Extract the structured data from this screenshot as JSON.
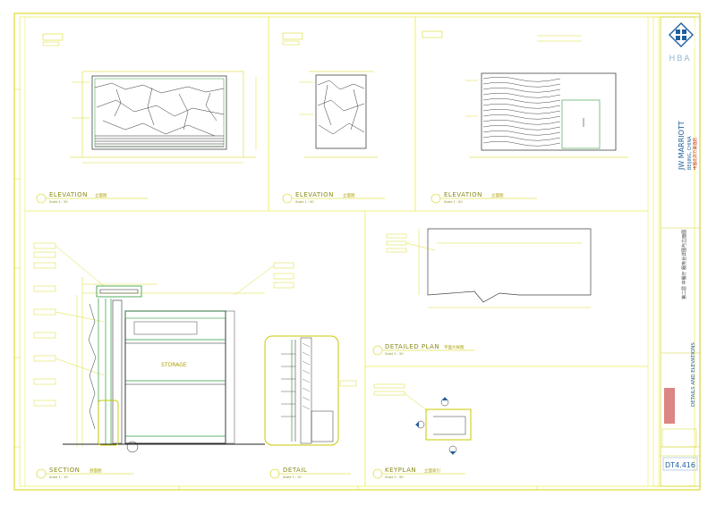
{
  "titles": {
    "elev1": "ELEVATION",
    "elev1_cn": "立面图",
    "elev2": "ELEVATION",
    "elev2_cn": "立面图",
    "elev3": "ELEVATION",
    "elev3_cn": "立面图",
    "section": "SECTION",
    "section_cn": "剖面图",
    "detail": "DETAIL",
    "plan": "DETAILED PLAN",
    "plan_cn": "平面大样图",
    "keyplan": "KEYPLAN",
    "keyplan_cn": "立面索引",
    "scale_a": "Scale 1 : 50",
    "scale_b": "Scale 1 : 10",
    "storage": "STORAGE"
  },
  "title_block": {
    "firm": "HBA",
    "project": "JW MARRIOTT",
    "location": "BEIJING, CHINA",
    "location_cn": "中国北京万豪酒店",
    "area_cn": "第二层 中餐厅 服务台详图与立面图",
    "sheet_title": "DETAILS AND ELEVATIONS",
    "drawing_no": "DT4.416"
  },
  "colors": {
    "frame": "#c8c800",
    "lines": "#e3e300",
    "dark": "#2a2a2a",
    "green": "#2e9a3a",
    "brand": "#1f5f9f"
  }
}
